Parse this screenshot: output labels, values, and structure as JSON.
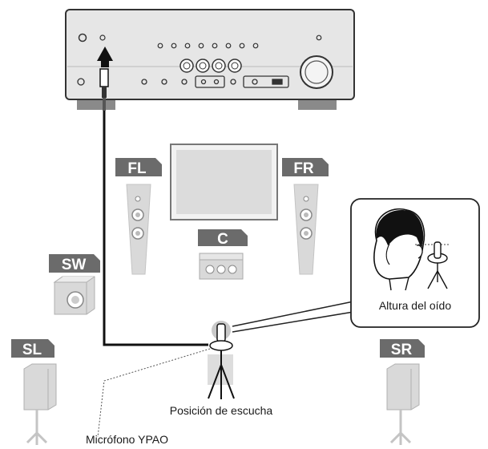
{
  "speakers": {
    "fl": "FL",
    "fr": "FR",
    "c": "C",
    "sw": "SW",
    "sl": "SL",
    "sr": "SR"
  },
  "captions": {
    "ear_height": "Altura del oído",
    "listening_position": "Posición de escucha",
    "microphone": "Micrófono YPAO"
  },
  "colors": {
    "label_bg": "#6b6b6b",
    "speaker_fill": "#d9d9d9",
    "line": "#111111"
  }
}
